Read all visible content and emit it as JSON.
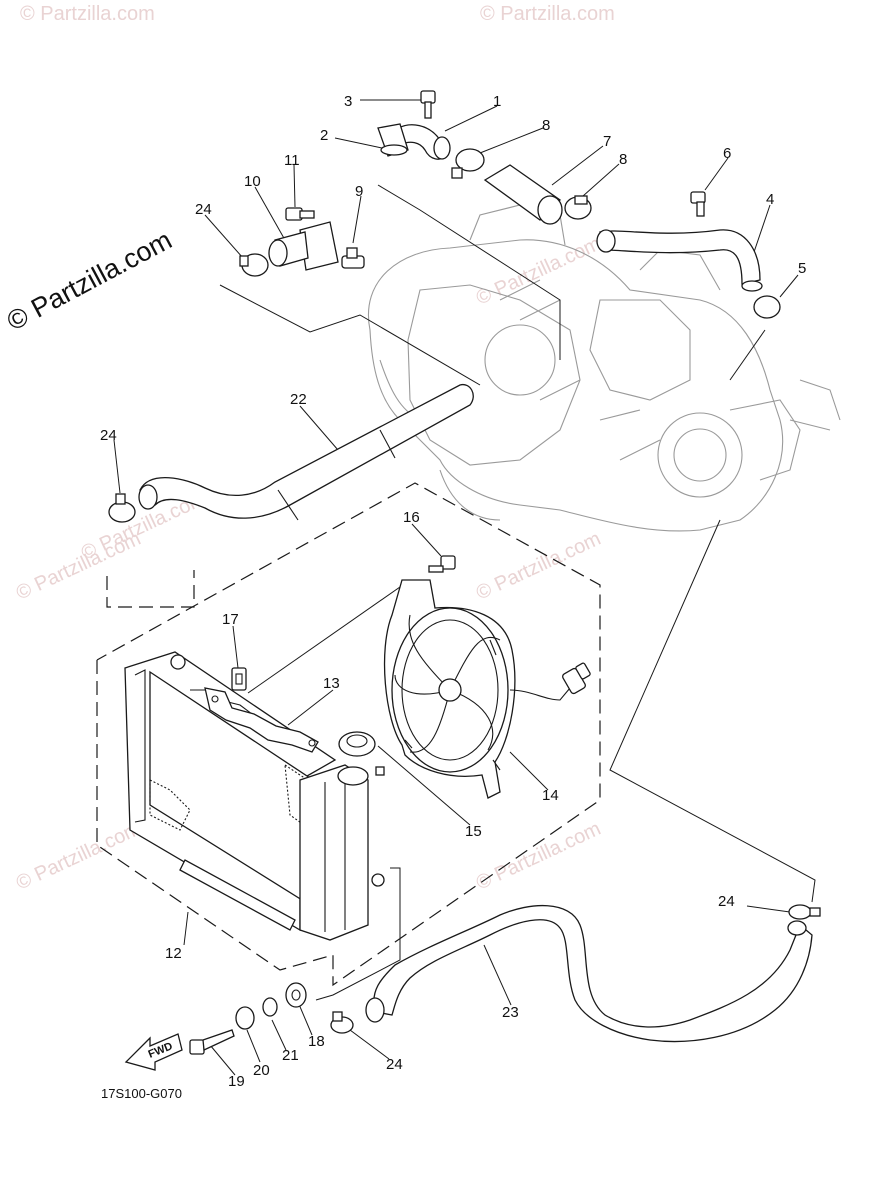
{
  "watermark": {
    "text": "© Partzilla.com",
    "brand_text": "© Partzilla.com"
  },
  "diagram_code": "17S100-G070",
  "fwd_label": "FWD",
  "callouts": {
    "c1": "1",
    "c2": "2",
    "c3": "3",
    "c4": "4",
    "c5": "5",
    "c6": "6",
    "c7": "7",
    "c8a": "8",
    "c8b": "8",
    "c9": "9",
    "c10": "10",
    "c11": "11",
    "c12": "12",
    "c13": "13",
    "c14": "14",
    "c15": "15",
    "c16": "16",
    "c17": "17",
    "c18": "18",
    "c19": "19",
    "c20": "20",
    "c21": "21",
    "c22": "22",
    "c23": "23",
    "c24a": "24",
    "c24b": "24",
    "c24c": "24",
    "c24d": "24"
  }
}
